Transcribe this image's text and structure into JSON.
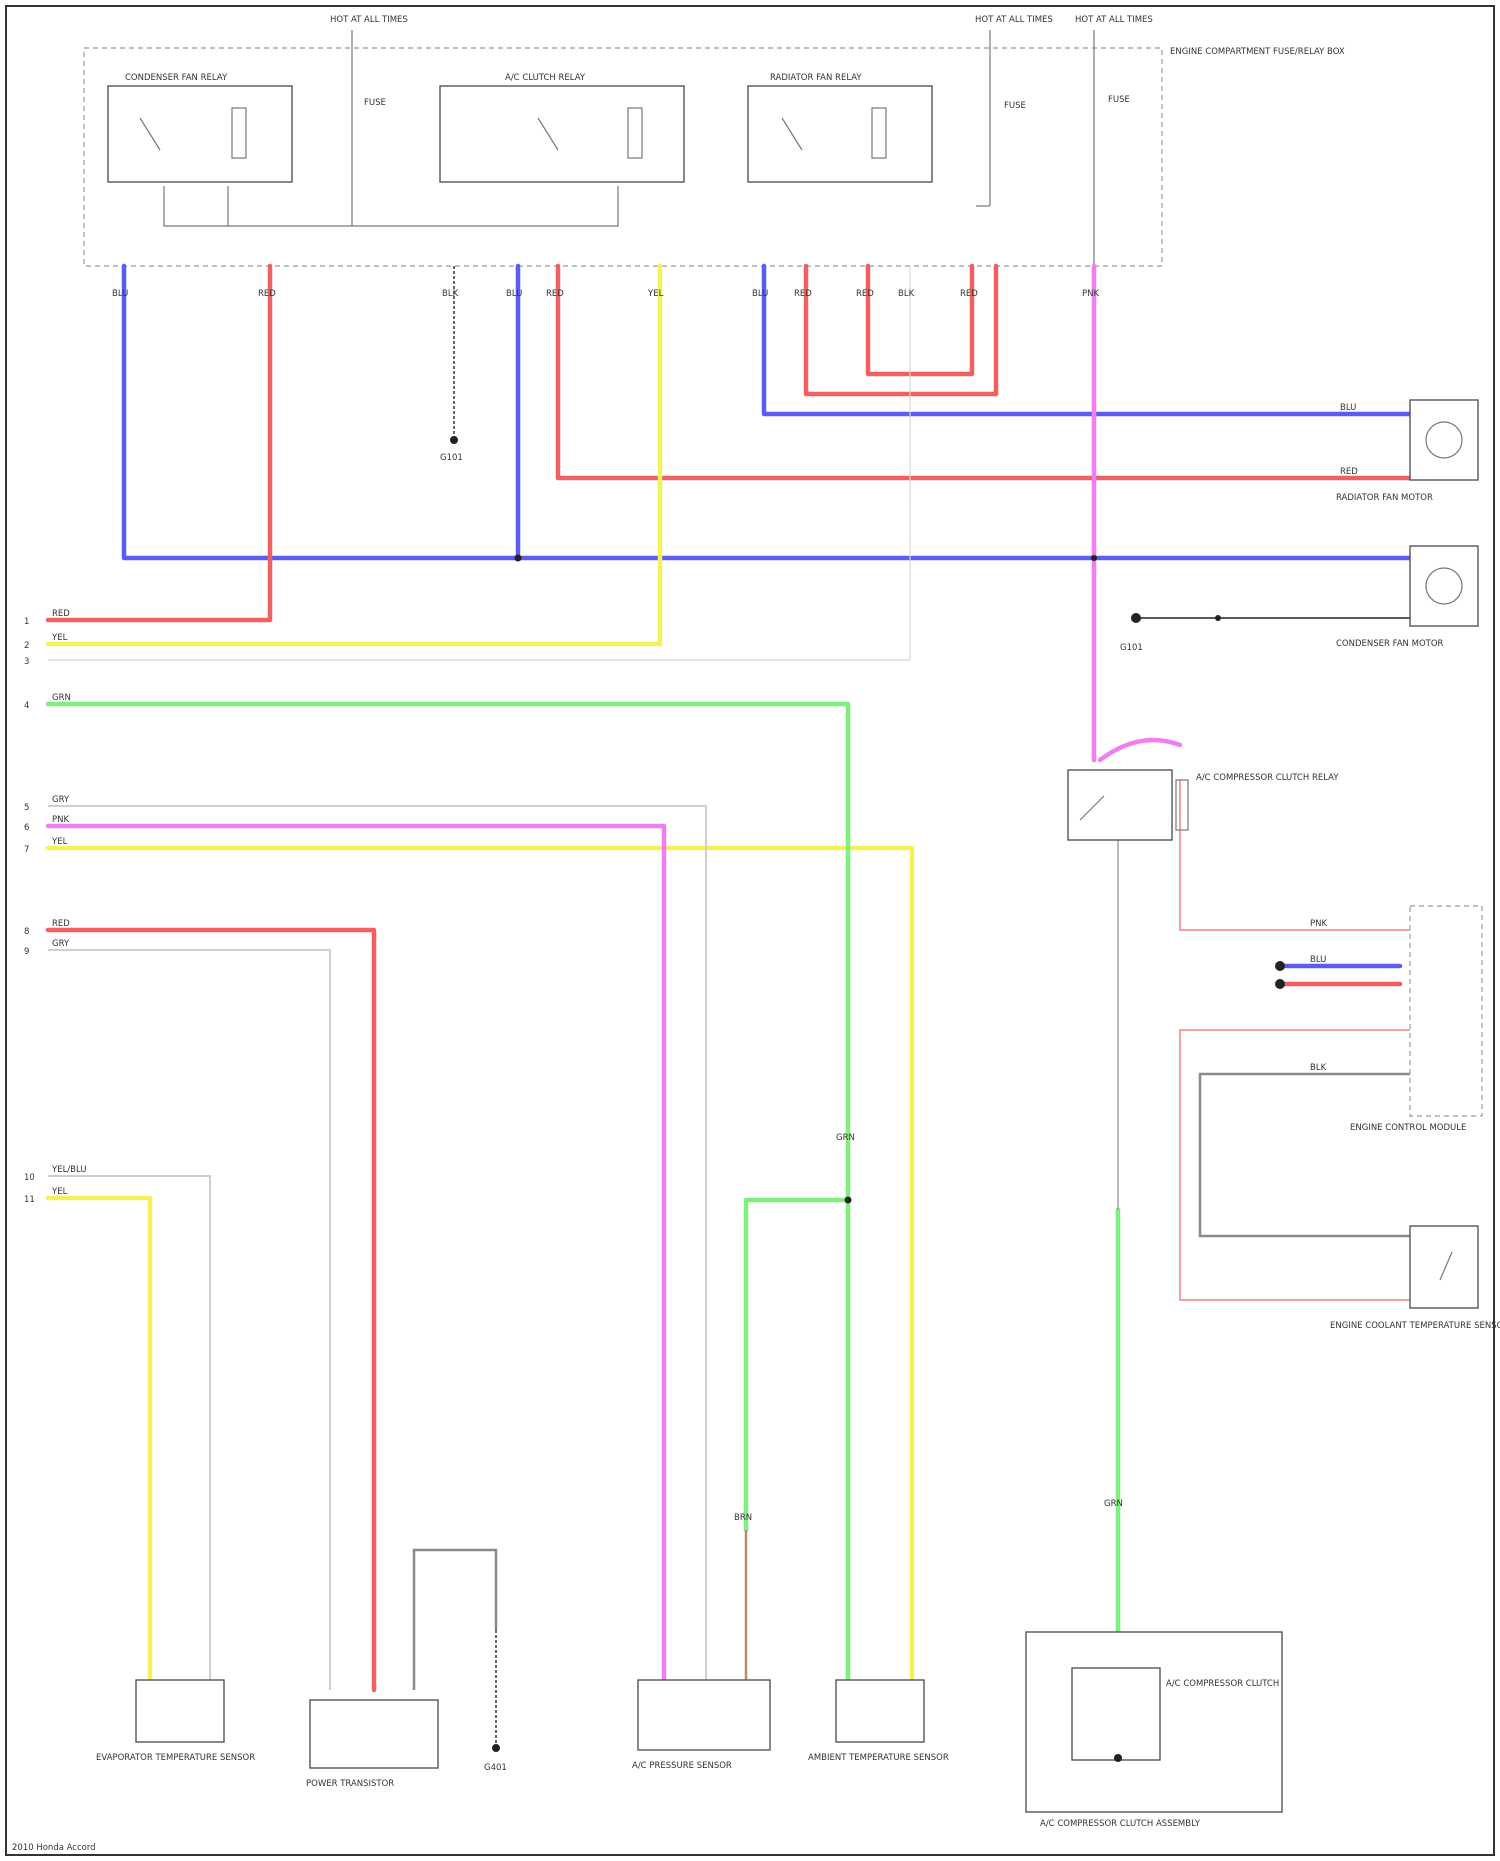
{
  "diagram": {
    "relays": [
      {
        "label": "CONDENSER FAN RELAY"
      },
      {
        "label": "A/C CLUTCH RELAY"
      },
      {
        "label": "RADIATOR FAN RELAY"
      }
    ],
    "fuses": [
      "FUSE",
      "FUSE",
      "FUSE"
    ],
    "underhood_label": "ENGINE COMPARTMENT FUSE/RELAY BOX",
    "hot_labels": [
      "HOT AT ALL TIMES",
      "HOT AT ALL TIMES",
      "HOT AT ALL TIMES"
    ],
    "components": [
      {
        "label": "RADIATOR FAN MOTOR"
      },
      {
        "label": "CONDENSER FAN MOTOR"
      },
      {
        "label": "A/C COMPRESSOR CLUTCH RELAY"
      },
      {
        "label": "ENGINE CONTROL MODULE"
      },
      {
        "label": "ENGINE COOLANT TEMPERATURE SENSOR"
      },
      {
        "label": "EVAPORATOR TEMPERATURE SENSOR"
      },
      {
        "label": "POWER TRANSISTOR"
      },
      {
        "label": "A/C PRESSURE SENSOR"
      },
      {
        "label": "AMBIENT TEMPERATURE SENSOR"
      },
      {
        "label": "A/C COMPRESSOR CLUTCH ASSEMBLY"
      },
      {
        "label": "A/C COMPRESSOR CLUTCH"
      }
    ],
    "grounds": [
      "G101",
      "G101",
      "G401"
    ],
    "left_pins": [
      "1",
      "2",
      "3",
      "4",
      "5",
      "6",
      "7",
      "8",
      "9",
      "10",
      "11"
    ],
    "wire_labels": [
      "BLU",
      "RED",
      "BLK",
      "BLU",
      "RED",
      "YEL",
      "BLU",
      "RED",
      "RED",
      "BLK",
      "RED",
      "PNK",
      "BLU",
      "RED",
      "RED",
      "YEL",
      "GRN",
      "GRY",
      "PNK",
      "YEL",
      "RED",
      "GRY",
      "YEL",
      "YEL/BLU",
      "GRN",
      "GRN",
      "PNK",
      "BLU",
      "BLK",
      "BRN"
    ],
    "footer": "2010 Honda Accord"
  },
  "colors": {
    "blue": "#5c5cf0",
    "red": "#f06060",
    "yellow": "#f4f25a",
    "green": "#7ef07e",
    "magenta": "#f07ef0",
    "gray": "#8a8a8a",
    "white_wire": "#dcdcdc",
    "brown": "#c08a6a",
    "black": "#222222"
  }
}
